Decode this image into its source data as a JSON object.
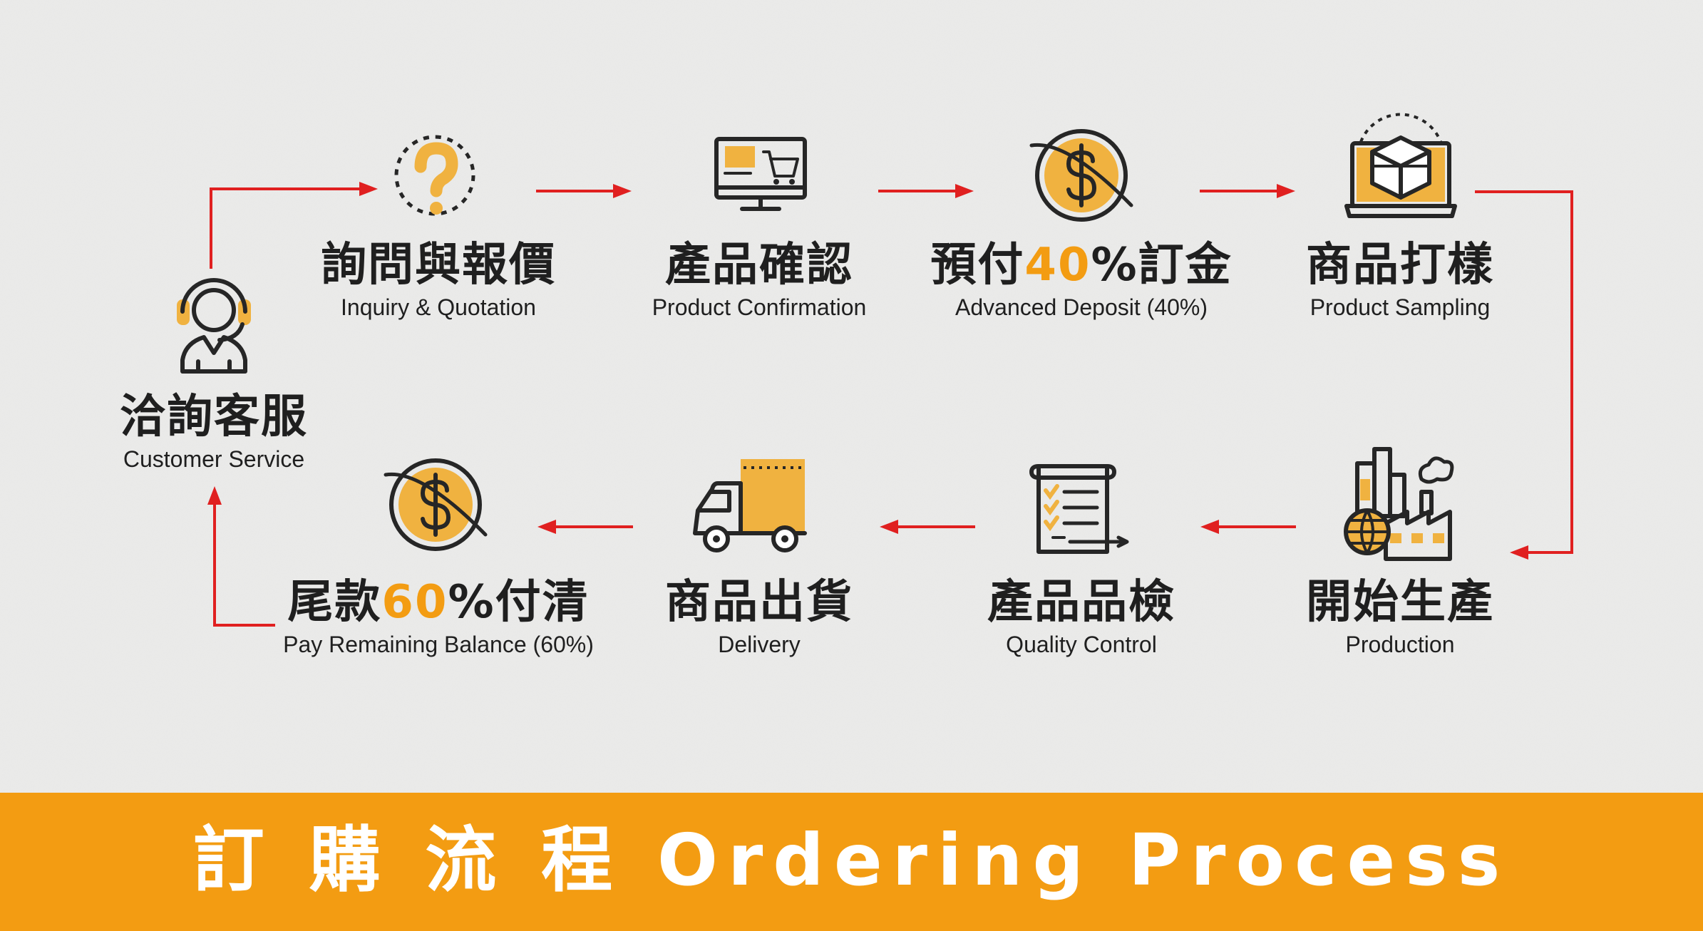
{
  "colors": {
    "accent": "#f39c12",
    "icon_fill": "#f0b240",
    "arrow": "#e02020",
    "text": "#1f1f1f",
    "background": "#ececeb"
  },
  "banner": {
    "title": "訂 購 流 程  Ordering Process"
  },
  "steps": [
    {
      "id": "customer-service",
      "icon": "headset-agent-icon",
      "zh": "洽詢客服",
      "en": "Customer Service"
    },
    {
      "id": "inquiry",
      "icon": "question-mark-icon",
      "zh": "詢問與報價",
      "en": "Inquiry & Quotation"
    },
    {
      "id": "confirmation",
      "icon": "monitor-cart-icon",
      "zh": "產品確認",
      "en": "Product Confirmation"
    },
    {
      "id": "deposit",
      "icon": "dollar-globe-icon",
      "zh_pre": "預付",
      "zh_hl": "40",
      "zh_post": "%訂金",
      "en": "Advanced Deposit (40%)"
    },
    {
      "id": "sampling",
      "icon": "laptop-box-icon",
      "zh": "商品打樣",
      "en": "Product Sampling"
    },
    {
      "id": "production",
      "icon": "factory-icon",
      "zh": "開始生產",
      "en": "Production"
    },
    {
      "id": "quality",
      "icon": "checklist-icon",
      "zh": "產品品檢",
      "en": "Quality Control"
    },
    {
      "id": "delivery",
      "icon": "truck-icon",
      "zh": "商品出貨",
      "en": "Delivery"
    },
    {
      "id": "balance",
      "icon": "dollar-globe-icon",
      "zh_pre": "尾款",
      "zh_hl": "60",
      "zh_post": "%付清",
      "en": "Pay Remaining Balance (60%)"
    }
  ]
}
